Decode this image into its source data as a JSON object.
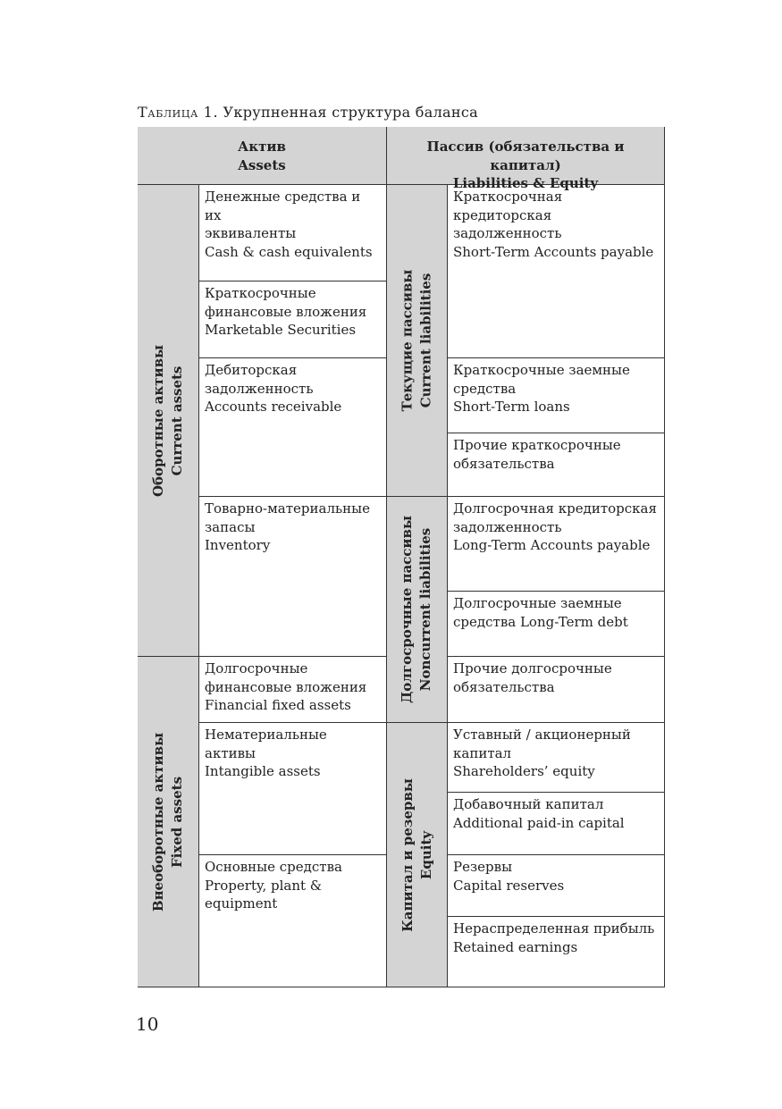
{
  "caption": {
    "label": "Таблица 1.",
    "text": "Укрупненная структура баланса"
  },
  "header": {
    "assets": {
      "ru": "Актив",
      "en": "Assets"
    },
    "liabilities": {
      "ru": "Пассив (обязательства и капитал)",
      "en": "Liabilities & Equity"
    }
  },
  "groups": {
    "current_assets": {
      "ru": "Оборотные активы",
      "en": "Current assets"
    },
    "fixed_assets": {
      "ru": "Внеоборотные активы",
      "en": "Fixed assets"
    },
    "current_liabilities": {
      "ru": "Текущие пассивы",
      "en": "Current liabilities"
    },
    "noncurrent_liabilities": {
      "ru": "Долгосрочные пассивы",
      "en": "Noncurrent liabilities"
    },
    "equity": {
      "ru": "Капитал и резервы",
      "en": "Equity"
    }
  },
  "assets": [
    {
      "l1": "Денежные средства и их",
      "l2": "эквиваленты",
      "l3": "Cash & cash equivalents"
    },
    {
      "l1": "Краткосрочные",
      "l2": "финансовые вложения",
      "l3": "Marketable Securities"
    },
    {
      "l1": "Дебиторская",
      "l2": "задолженность",
      "l3": "Accounts receivable"
    },
    {
      "l1": "Товарно-материальные",
      "l2": "запасы",
      "l3": "Inventory"
    },
    {
      "l1": "Долгосрочные",
      "l2": "финансовые вложения",
      "l3": "Financial fixed assets"
    },
    {
      "l1": "Нематериальные активы",
      "l2": "Intangible assets"
    },
    {
      "l1": "Основные средства",
      "l2": "Property, plant &",
      "l3": "equipment"
    }
  ],
  "liabilities": [
    {
      "l1": "Краткосрочная кредиторская",
      "l2": "задолженность",
      "l3": "Short-Term Accounts payable"
    },
    {
      "l1": "Краткосрочные заемные",
      "l2": "средства",
      "l3": "Short-Term loans"
    },
    {
      "l1": "Прочие краткосрочные",
      "l2": "обязательства"
    },
    {
      "l1": "Долгосрочная кредиторская",
      "l2": "задолженность",
      "l3": "Long-Term Accounts payable"
    },
    {
      "l1": "Долгосрочные заемные",
      "l2": "средства Long-Term debt"
    },
    {
      "l1": "Прочие долгосрочные",
      "l2": "обязательства"
    },
    {
      "l1": "Уставный / акционерный",
      "l2": "капитал",
      "l3": "Shareholders’ equity"
    },
    {
      "l1": "Добавочный капитал",
      "l2": "Additional paid-in capital"
    },
    {
      "l1": "Резервы",
      "l2": "Capital reserves"
    },
    {
      "l1": "Нераспределенная прибыль",
      "l2": "Retained earnings"
    }
  ],
  "page_number": "10"
}
